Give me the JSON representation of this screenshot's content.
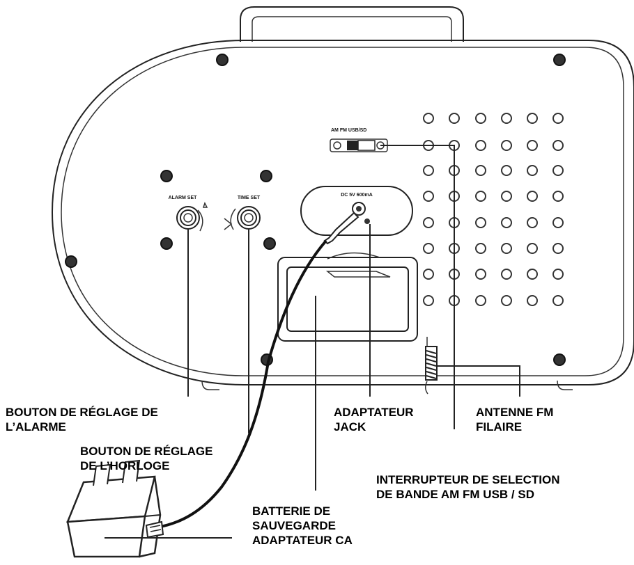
{
  "panel_labels": {
    "alarm_set": "ALARM SET",
    "time_set": "TIME SET",
    "band_switch": "AM  FM  USB/SD",
    "dc_input": "DC 5V 600mA"
  },
  "callouts": {
    "alarm_button": [
      "BOUTON DE RÉGLAGE DE",
      "L’ALARME"
    ],
    "clock_button": [
      "BOUTON DE RÉGLAGE",
      "DE L’HORLOGE"
    ],
    "adapter_jack": [
      "ADAPTATEUR",
      "JACK"
    ],
    "fm_antenna": [
      "ANTENNE FM",
      "FILAIRE"
    ],
    "band_selector": [
      "INTERRUPTEUR DE SELECTION",
      "DE BANDE AM FM USB / SD"
    ],
    "battery_adapter": [
      "BATTERIE DE",
      "SAUVEGARDE",
      "ADAPTATEUR CA"
    ]
  },
  "colors": {
    "line": "#222222",
    "screw": "#333333",
    "background": "#ffffff"
  }
}
